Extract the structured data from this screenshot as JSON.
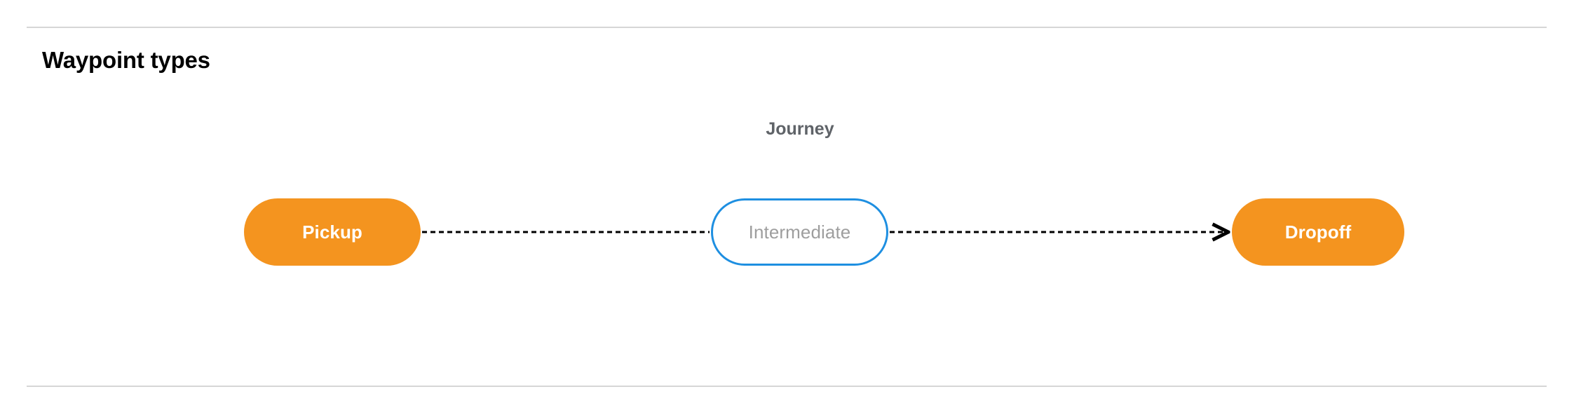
{
  "section": {
    "title": "Waypoint types",
    "divider_color": "#d6d6d6"
  },
  "diagram": {
    "cluster": {
      "label": "Journey",
      "label_color": "#5f6368"
    },
    "nodes": [
      {
        "id": "pickup",
        "label": "Pickup",
        "style": "filled",
        "fill": "#F4941F",
        "text_color": "#ffffff",
        "shape": "pill"
      },
      {
        "id": "intermediate",
        "label": "Intermediate",
        "style": "outlined",
        "fill": "#ffffff",
        "border_color": "#1E8FE1",
        "text_color": "#9e9e9e",
        "shape": "pill"
      },
      {
        "id": "dropoff",
        "label": "Dropoff",
        "style": "filled",
        "fill": "#F4941F",
        "text_color": "#ffffff",
        "shape": "pill"
      }
    ],
    "edges": [
      {
        "id": "pickup-to-intermediate",
        "from": "pickup",
        "to": "intermediate",
        "style": "dashed",
        "color": "#000000",
        "arrowhead": false
      },
      {
        "id": "intermediate-to-dropoff",
        "from": "intermediate",
        "to": "dropoff",
        "style": "dashed",
        "color": "#000000",
        "arrowhead": true
      }
    ]
  }
}
